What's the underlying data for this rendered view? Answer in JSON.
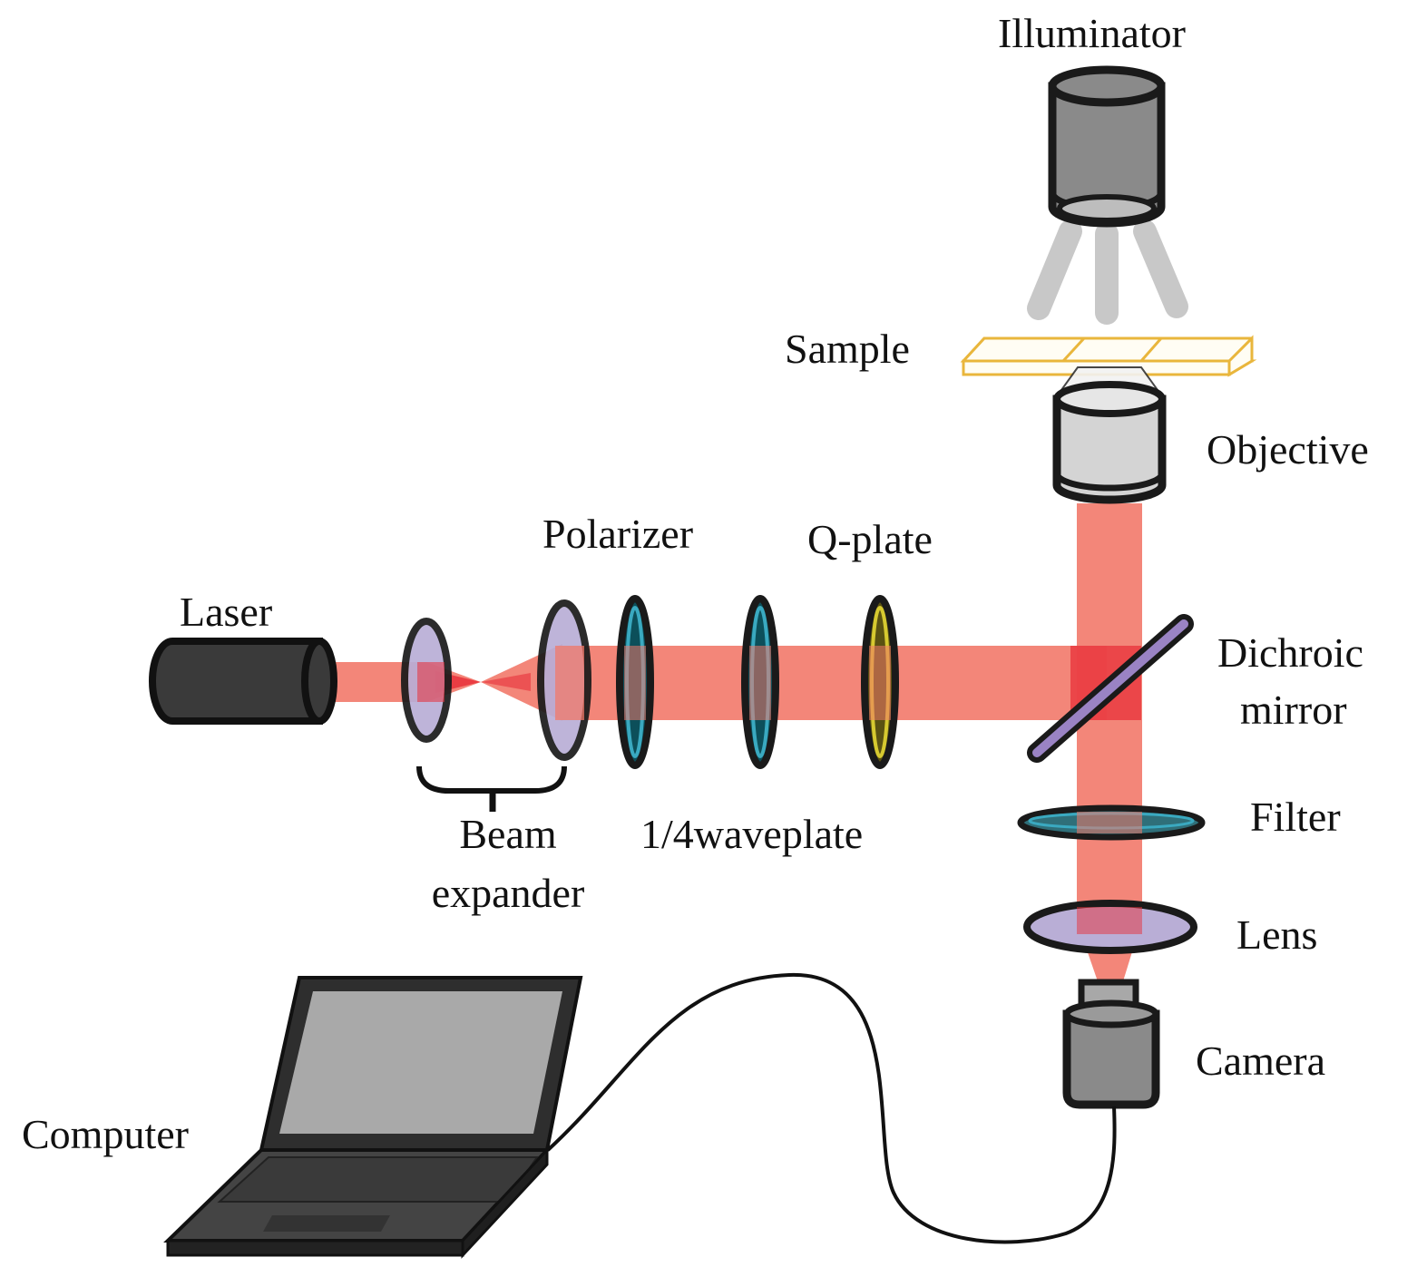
{
  "labels": {
    "illuminator": "Illuminator",
    "sample": "Sample",
    "objective": "Objective",
    "polarizer": "Polarizer",
    "qplate": "Q-plate",
    "laser": "Laser",
    "dichroic_line1": "Dichroic",
    "dichroic_line2": "mirror",
    "filter": "Filter",
    "beam_line1": "Beam",
    "beam_line2": "expander",
    "waveplate": "1/4waveplate",
    "lens": "Lens",
    "camera": "Camera",
    "computer": "Computer"
  },
  "colors": {
    "beam": "#f2796a",
    "beam_focus": "#e8303a",
    "optic_lens": "#b9aed6",
    "waveplate_ring": "#3aa9c0",
    "qplate_ring": "#d6c930",
    "sample_outline": "#e9b63c",
    "mirror": "#9a83c4",
    "device_dark": "#3a3a3a",
    "device_gray": "#8a8a8a",
    "device_light": "#d4d4d4",
    "illum_rays": "#c8c8c8"
  }
}
